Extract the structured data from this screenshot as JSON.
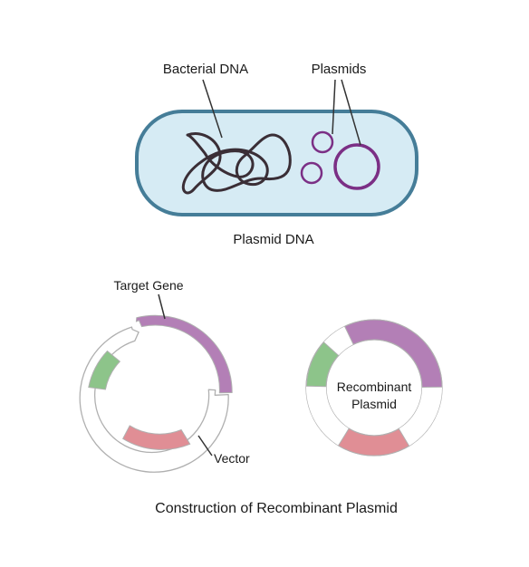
{
  "top_section": {
    "labels": {
      "bacterial_dna": "Bacterial DNA",
      "plasmids": "Plasmids",
      "caption": "Plasmid DNA"
    }
  },
  "bottom_section": {
    "labels": {
      "target_gene": "Target Gene",
      "vector": "Vector",
      "recombinant_line1": "Recombinant",
      "recombinant_line2": "Plasmid",
      "caption": "Construction of Recombinant Plasmid"
    }
  },
  "colors": {
    "cell_outline": "#457d98",
    "cell_fill": "#d6ebf4",
    "bacterial_dna": "#3a2e36",
    "plasmid": "#7b2f85",
    "target_gene": "#b37fb6",
    "green_segment": "#8dc48a",
    "pink_segment": "#e08e95",
    "ring_outline": "#b0b0b0"
  }
}
